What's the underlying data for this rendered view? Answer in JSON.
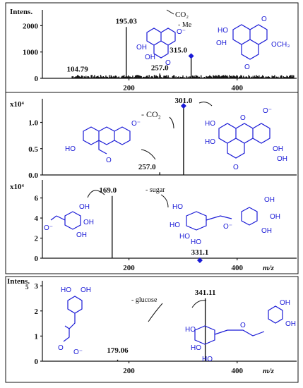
{
  "chart_data": [
    {
      "type": "bar",
      "panel": 1,
      "ylabel": "Intens.",
      "y_exponent": "",
      "xlim": [
        40,
        510
      ],
      "ylim": [
        0,
        2600
      ],
      "yticks": [
        "0",
        "1000",
        "2000"
      ],
      "ytick_values": [
        0,
        1000,
        2000
      ],
      "xticks": [
        "200",
        "400"
      ],
      "xtick_values": [
        200,
        400
      ],
      "peaks": [
        {
          "mz": 104.79,
          "intensity": 120,
          "label": "104.79"
        },
        {
          "mz": 195.03,
          "intensity": 1950,
          "label": "195.03"
        },
        {
          "mz": 257.0,
          "intensity": 180,
          "label": "257.0"
        },
        {
          "mz": 315.0,
          "intensity": 820,
          "label": "315.0",
          "precursor": true
        }
      ],
      "annotations": [
        "CO₂",
        "- Me",
        "OH",
        "OH",
        "HO",
        "O",
        "O",
        "O",
        "OCH₃",
        "O⁻"
      ]
    },
    {
      "type": "bar",
      "panel": 2,
      "ylabel": "",
      "y_exponent": "x10⁴",
      "xlim": [
        40,
        510
      ],
      "ylim": [
        0,
        1.45
      ],
      "yticks": [
        "0.0",
        "0.5",
        "1.0"
      ],
      "ytick_values": [
        0,
        0.5,
        1.0
      ],
      "xticks": [],
      "xtick_values": [],
      "peaks": [
        {
          "mz": 257.0,
          "intensity": 0.05,
          "label": "257.0"
        },
        {
          "mz": 301.0,
          "intensity": 1.3,
          "label": "301.0",
          "precursor": true
        }
      ],
      "annotations": [
        "- CO₂",
        "HO",
        "HO",
        "OH",
        "OH",
        "O",
        "O",
        "O⁻",
        "O⁻"
      ]
    },
    {
      "type": "bar",
      "panel": 3,
      "ylabel": "",
      "y_exponent": "x10⁴",
      "xlim": [
        40,
        510
      ],
      "ylim": [
        0,
        7.8
      ],
      "yticks": [
        "0",
        "2",
        "4",
        "6"
      ],
      "ytick_values": [
        0,
        2,
        4,
        6
      ],
      "xticks": [
        "200",
        "400"
      ],
      "xtick_values": [
        200,
        400
      ],
      "xlabel": "m/z",
      "peaks": [
        {
          "mz": 169.0,
          "intensity": 6.2,
          "label": "169.0"
        },
        {
          "mz": 331.1,
          "intensity": 0.0,
          "label": "331.1",
          "precursor": true
        }
      ],
      "annotations": [
        "- sugar",
        "OH",
        "OH",
        "OH",
        "OH",
        "HO",
        "HO",
        "HO",
        "HO",
        "O⁻",
        "O⁻"
      ]
    },
    {
      "type": "bar",
      "panel": 4,
      "ylabel": "Intens.",
      "y_exponent": "5",
      "xlim": [
        40,
        510
      ],
      "ylim": [
        0,
        3.2
      ],
      "yticks": [
        "0",
        "1",
        "2",
        "3"
      ],
      "ytick_values": [
        0,
        1,
        2,
        3
      ],
      "xticks": [
        "200",
        "400"
      ],
      "xtick_values": [
        200,
        400
      ],
      "xlabel": "m/z",
      "peaks": [
        {
          "mz": 179.06,
          "intensity": 0.06,
          "label": "179.06"
        },
        {
          "mz": 341.11,
          "intensity": 2.5,
          "label": "341.11"
        }
      ],
      "annotations": [
        "- glucose",
        "HO",
        "OH",
        "HO",
        "HO",
        "HO",
        "OH",
        "OH",
        "O⁻",
        "O",
        "O"
      ]
    }
  ],
  "colors": {
    "structure": "#1a1ad6",
    "precursor_marker": "#1a1ad6",
    "axis": "#111111"
  }
}
